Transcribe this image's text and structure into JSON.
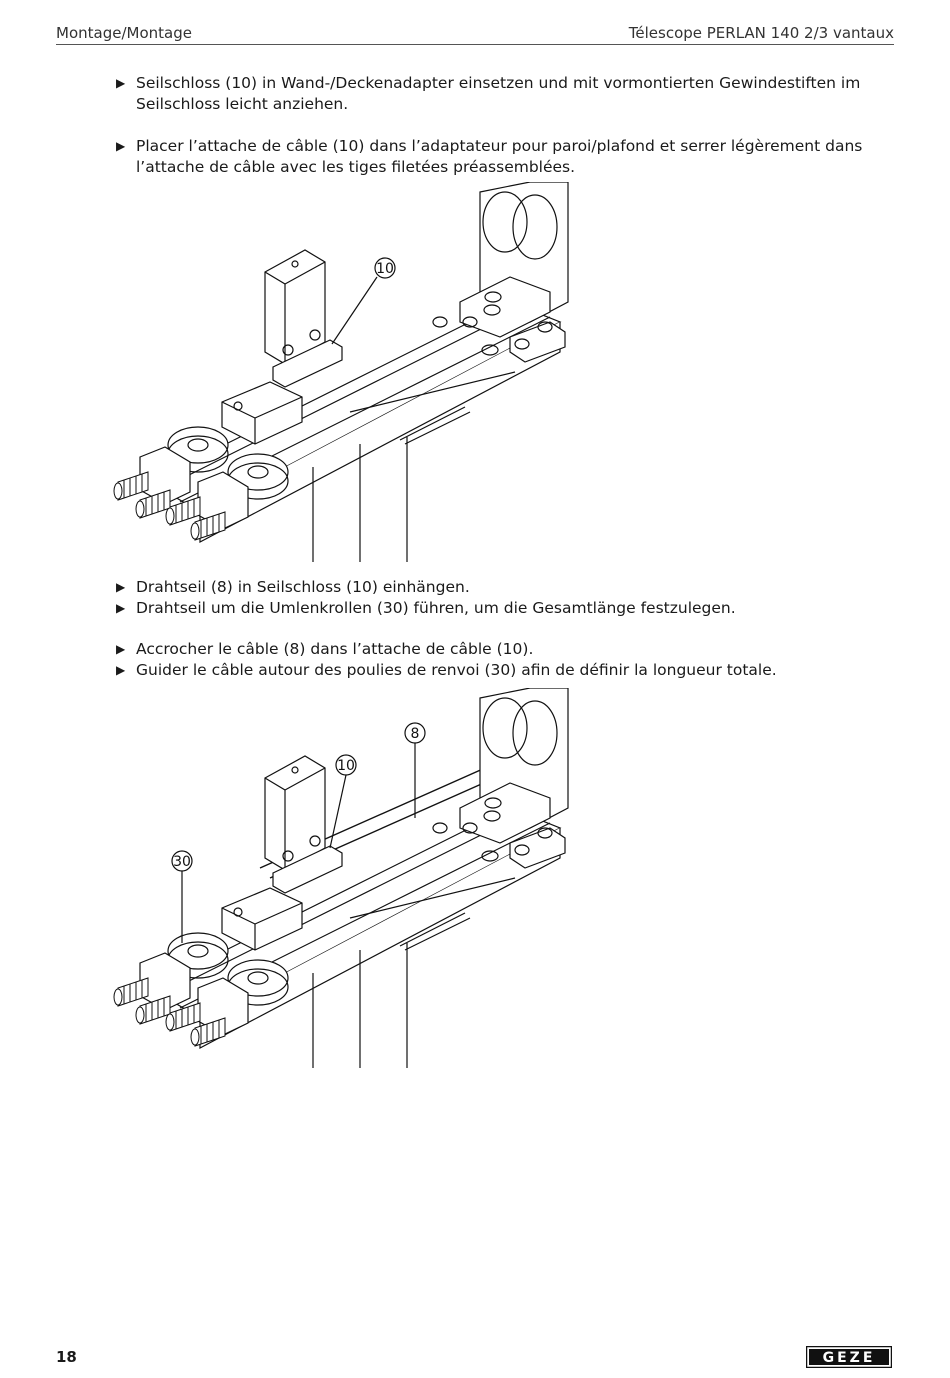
{
  "header": {
    "left": "Montage/Montage",
    "right": "Télescope PERLAN 140 2/3 vantaux"
  },
  "steps": [
    "Seilschloss (10) in Wand-/Deckenadapter einsetzen und mit vormontierten Gewindestiften im Seilschloss leicht anziehen.",
    "Placer l’attache de câble (10) dans l’adaptateur pour paroi/plafond et serrer légèrement dans l’attache de câble avec les tiges filetées préassemblées.",
    "Drahtseil (8) in Seilschloss (10) einhängen.",
    "Drahtseil um die Umlenkrollen (30) führen, um die Gesamtlänge festzulegen.",
    "Accrocher le câble (8) dans l’attache de câble (10).",
    "Guider le câble autour des poulies de renvoi (30) afin de définir la longueur totale."
  ],
  "figure1": {
    "callouts": [
      "10"
    ]
  },
  "figure2": {
    "callouts": [
      "8",
      "10",
      "30"
    ]
  },
  "footer": {
    "page_number": "18",
    "logo_text": "GEZE"
  },
  "icons": {
    "bullet": "triangle-right-icon"
  }
}
